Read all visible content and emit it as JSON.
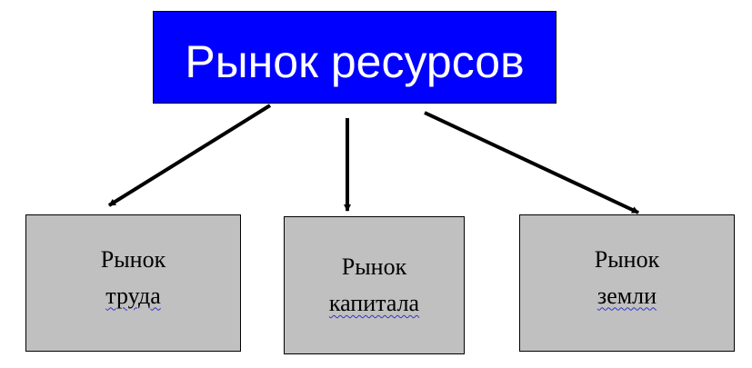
{
  "diagram": {
    "root": {
      "label": "Рынок ресурсов",
      "fill_color": "#0000ff",
      "text_color": "#ffffff"
    },
    "children": [
      {
        "line1": "Рынок",
        "line2": "труда"
      },
      {
        "line1": "Рынок",
        "line2": "капитала"
      },
      {
        "line1": "Рынок",
        "line2": "земли"
      }
    ],
    "child_fill_color": "#c0c0c0",
    "arrow_color": "#000000"
  }
}
